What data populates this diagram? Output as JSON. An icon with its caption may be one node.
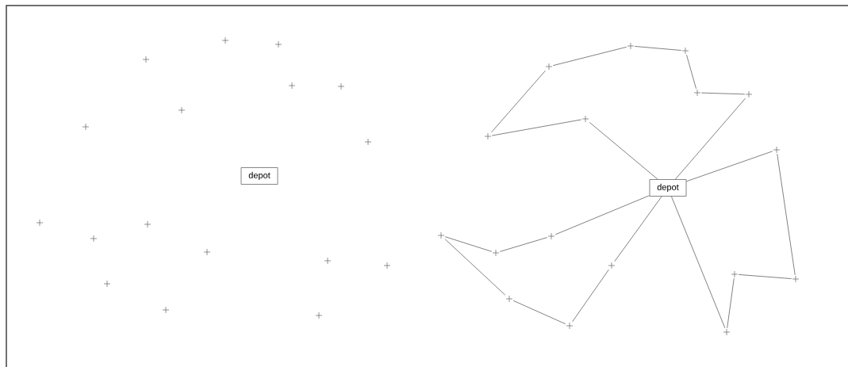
{
  "diagram": {
    "nodes": [
      {
        "text": [
          "depot"
        ]
      },
      {
        "text": [],
        "shape": "cross"
      },
      {
        "text": [],
        "shape": "cross"
      },
      {
        "text": [],
        "shape": "cross"
      },
      {
        "text": [],
        "shape": "cross"
      },
      {
        "text": [],
        "shape": "cross"
      },
      {
        "text": [],
        "shape": "cross"
      },
      {
        "text": [],
        "shape": "cross"
      },
      {
        "text": [],
        "shape": "cross"
      },
      {
        "text": [],
        "shape": "cross"
      },
      {
        "text": [],
        "shape": "cross"
      },
      {
        "text": [],
        "shape": "cross"
      },
      {
        "text": [],
        "shape": "cross"
      },
      {
        "text": [],
        "shape": "cross"
      },
      {
        "text": [],
        "shape": "cross"
      },
      {
        "text": [],
        "shape": "cross"
      },
      {
        "text": [],
        "shape": "cross"
      },
      {
        "text": [],
        "shape": "cross"
      },
      {
        "text": [
          "depot"
        ]
      },
      {
        "text": [],
        "shape": "cross"
      },
      {
        "text": [],
        "shape": "cross"
      },
      {
        "text": [],
        "shape": "cross"
      },
      {
        "text": [],
        "shape": "cross"
      },
      {
        "text": [],
        "shape": "cross"
      },
      {
        "text": [],
        "shape": "cross"
      },
      {
        "text": [],
        "shape": "cross"
      },
      {
        "text": [],
        "shape": "cross"
      },
      {
        "text": [],
        "shape": "cross"
      },
      {
        "text": [],
        "shape": "cross"
      },
      {
        "text": [],
        "shape": "cross"
      },
      {
        "text": [],
        "shape": "cross"
      },
      {
        "text": [],
        "shape": "cross"
      },
      {
        "text": [],
        "shape": "cross"
      },
      {
        "text": [],
        "shape": "cross"
      },
      {
        "text": [],
        "shape": "cross"
      },
      {
        "text": [],
        "shape": "cross"
      }
    ],
    "edges": [
      {
        "from": 18,
        "to": 25,
        "arrow": "none"
      },
      {
        "from": 25,
        "to": 19,
        "arrow": "none"
      },
      {
        "from": 19,
        "to": 20,
        "arrow": "none"
      },
      {
        "from": 20,
        "to": 21,
        "arrow": "none"
      },
      {
        "from": 21,
        "to": 22,
        "arrow": "none"
      },
      {
        "from": 22,
        "to": 23,
        "arrow": "none"
      },
      {
        "from": 23,
        "to": 24,
        "arrow": "none"
      },
      {
        "from": 24,
        "to": 18,
        "arrow": "none"
      },
      {
        "from": 18,
        "to": 26,
        "arrow": "none"
      },
      {
        "from": 26,
        "to": 27,
        "arrow": "none"
      },
      {
        "from": 27,
        "to": 28,
        "arrow": "none"
      },
      {
        "from": 28,
        "to": 29,
        "arrow": "none"
      },
      {
        "from": 29,
        "to": 18,
        "arrow": "none"
      },
      {
        "from": 18,
        "to": 32,
        "arrow": "none"
      },
      {
        "from": 32,
        "to": 31,
        "arrow": "none"
      },
      {
        "from": 31,
        "to": 30,
        "arrow": "none"
      },
      {
        "from": 30,
        "to": 34,
        "arrow": "none"
      },
      {
        "from": 34,
        "to": 35,
        "arrow": "none"
      },
      {
        "from": 35,
        "to": 33,
        "arrow": "none"
      },
      {
        "from": 33,
        "to": 18,
        "arrow": "none"
      }
    ]
  }
}
